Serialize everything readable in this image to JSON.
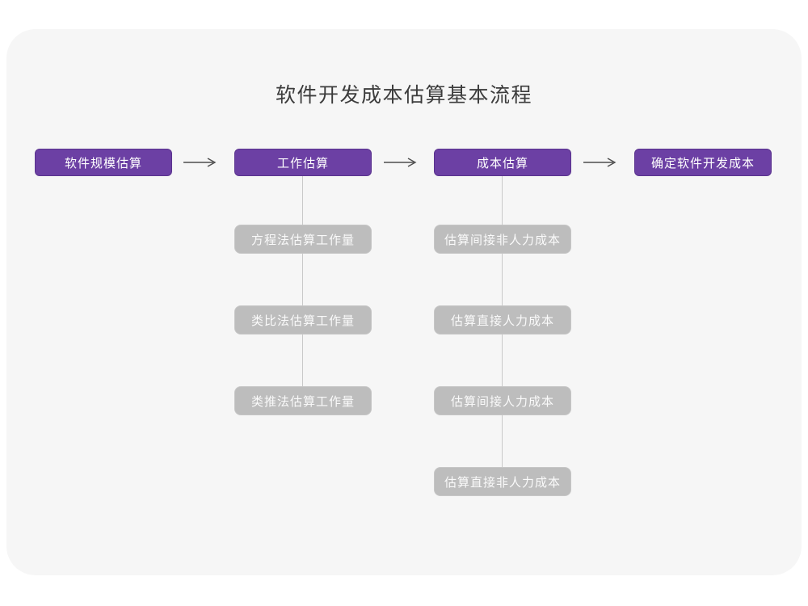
{
  "page": {
    "title": "软件开发成本估算基本流程"
  },
  "flow": {
    "main_nodes": [
      {
        "label": "软件规模估算"
      },
      {
        "label": "工作估算"
      },
      {
        "label": "成本估算"
      },
      {
        "label": "确定软件开发成本"
      }
    ],
    "work_estimation_methods": [
      {
        "label": "方程法估算工作量"
      },
      {
        "label": "类比法估算工作量"
      },
      {
        "label": "类推法估算工作量"
      }
    ],
    "cost_estimation_steps": [
      {
        "label": "估算间接非人力成本"
      },
      {
        "label": "估算直接人力成本"
      },
      {
        "label": "估算间接人力成本"
      },
      {
        "label": "估算直接非人力成本"
      }
    ]
  },
  "colors": {
    "panel_bg": "#f6f6f6",
    "main_node_fill": "#6c40a4",
    "main_node_border": "#5a338e",
    "main_node_text": "#ffffff",
    "sub_node_fill": "#bdbdbd",
    "sub_node_text": "#fafafa",
    "arrow": "#4d4d4d",
    "connector": "#c9c9c9",
    "title_text": "#3c3c3c"
  }
}
